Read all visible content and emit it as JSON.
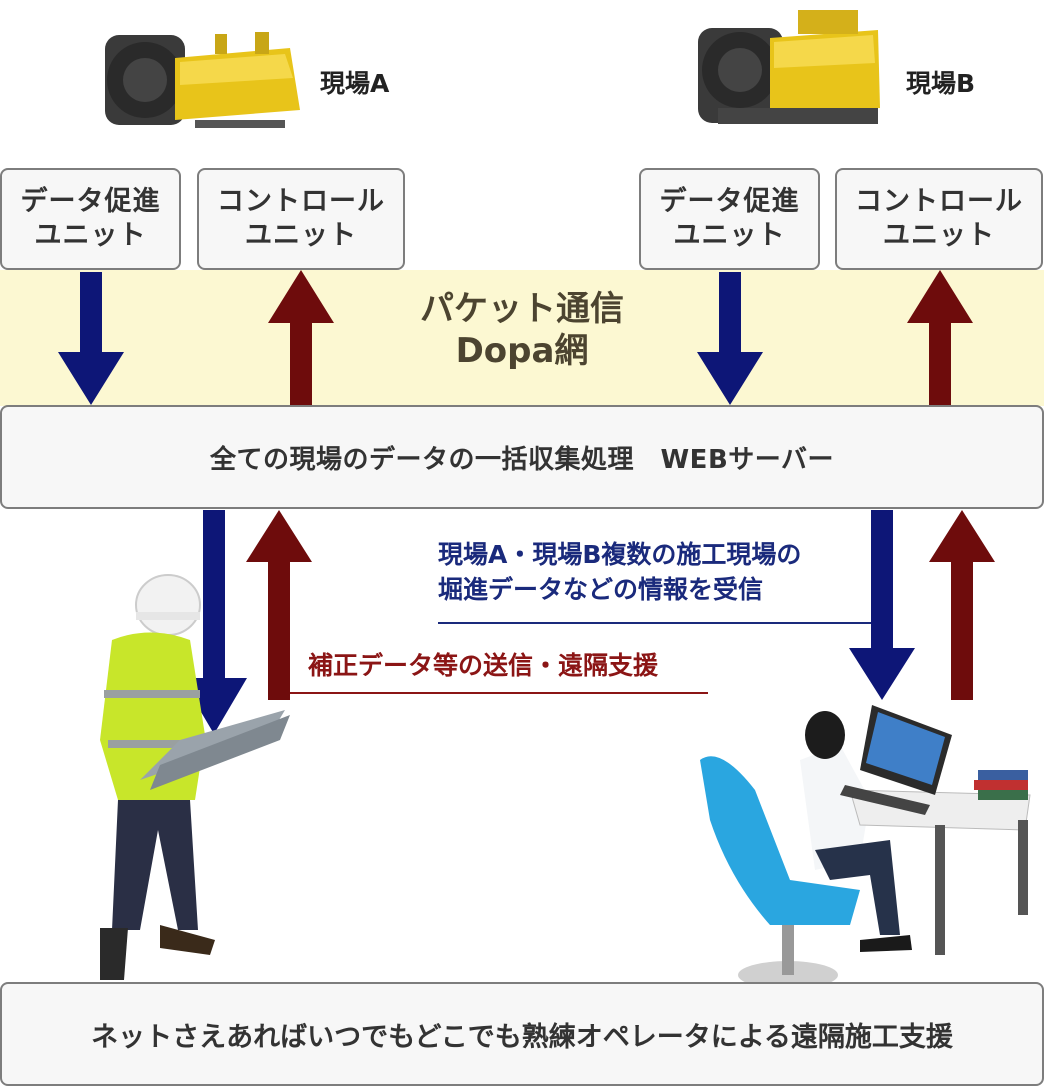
{
  "sites": [
    {
      "label": "現場A",
      "machine": "tunnel-boring-machine-image"
    },
    {
      "label": "現場B",
      "machine": "tunnel-boring-machine-image"
    }
  ],
  "units": [
    {
      "line1": "データ促進",
      "line2": "ユニット"
    },
    {
      "line1": "コントロール",
      "line2": "ユニット"
    },
    {
      "line1": "データ促進",
      "line2": "ユニット"
    },
    {
      "line1": "コントロール",
      "line2": "ユニット"
    }
  ],
  "network": {
    "line1": "パケット通信",
    "line2": "Dopa網"
  },
  "server": {
    "label": "全ての現場のデータの一括収集処理　WEBサーバー"
  },
  "receive_note": {
    "line1": "現場A・現場B複数の施工現場の",
    "line2": "堀進データなどの情報を受信"
  },
  "send_note": {
    "label": "補正データ等の送信・遠隔支援"
  },
  "footer": {
    "label": "ネットさえあればいつでもどこでも熟練オペレータによる遠隔施工支援"
  },
  "colors": {
    "down_arrow": "#0d1677",
    "up_arrow": "#6e0c0c",
    "band": "#fcf8d2",
    "box_border": "#7d7d7d"
  }
}
